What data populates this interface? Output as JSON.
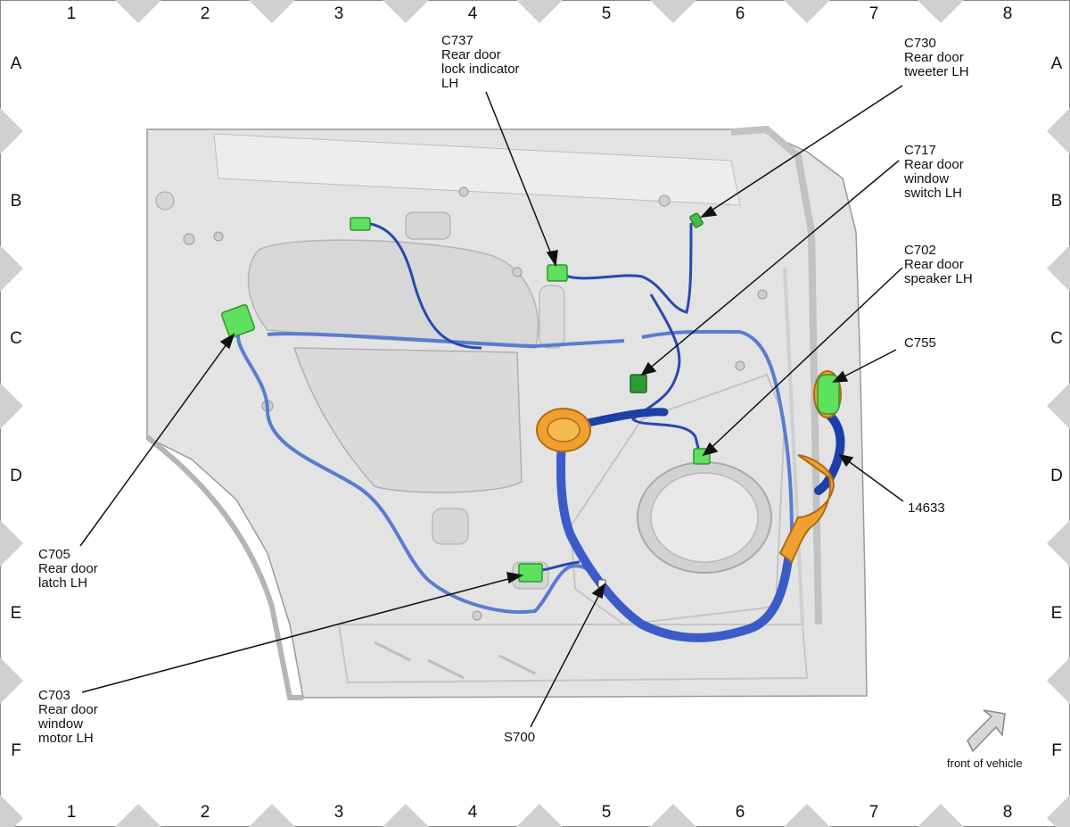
{
  "grid": {
    "columns": [
      "1",
      "2",
      "3",
      "4",
      "5",
      "6",
      "7",
      "8"
    ],
    "rows": [
      "A",
      "B",
      "C",
      "D",
      "E",
      "F"
    ]
  },
  "callouts": [
    {
      "id": "C737",
      "lines": [
        "C737",
        "Rear door",
        "lock indicator",
        "LH"
      ]
    },
    {
      "id": "C730",
      "lines": [
        "C730",
        "Rear door",
        "tweeter LH"
      ]
    },
    {
      "id": "C717",
      "lines": [
        "C717",
        "Rear door",
        "window",
        "switch LH"
      ]
    },
    {
      "id": "C702",
      "lines": [
        "C702",
        "Rear door",
        "speaker LH"
      ]
    },
    {
      "id": "C755",
      "lines": [
        "C755"
      ]
    },
    {
      "id": "14633",
      "lines": [
        "14633"
      ]
    },
    {
      "id": "C705",
      "lines": [
        "C705",
        "Rear door",
        "latch LH"
      ]
    },
    {
      "id": "C703",
      "lines": [
        "C703",
        "Rear door",
        "window",
        "motor LH"
      ]
    },
    {
      "id": "S700",
      "lines": [
        "S700"
      ]
    }
  ],
  "orientation": {
    "label": "front of vehicle"
  },
  "colors": {
    "connector": "#5fe05f",
    "harness_dark": "#1e3fa8",
    "harness_light": "#5a7ccf",
    "grommet": "#f0a030",
    "panel": "#e2e2e2",
    "tab": "#d4d4d4"
  }
}
